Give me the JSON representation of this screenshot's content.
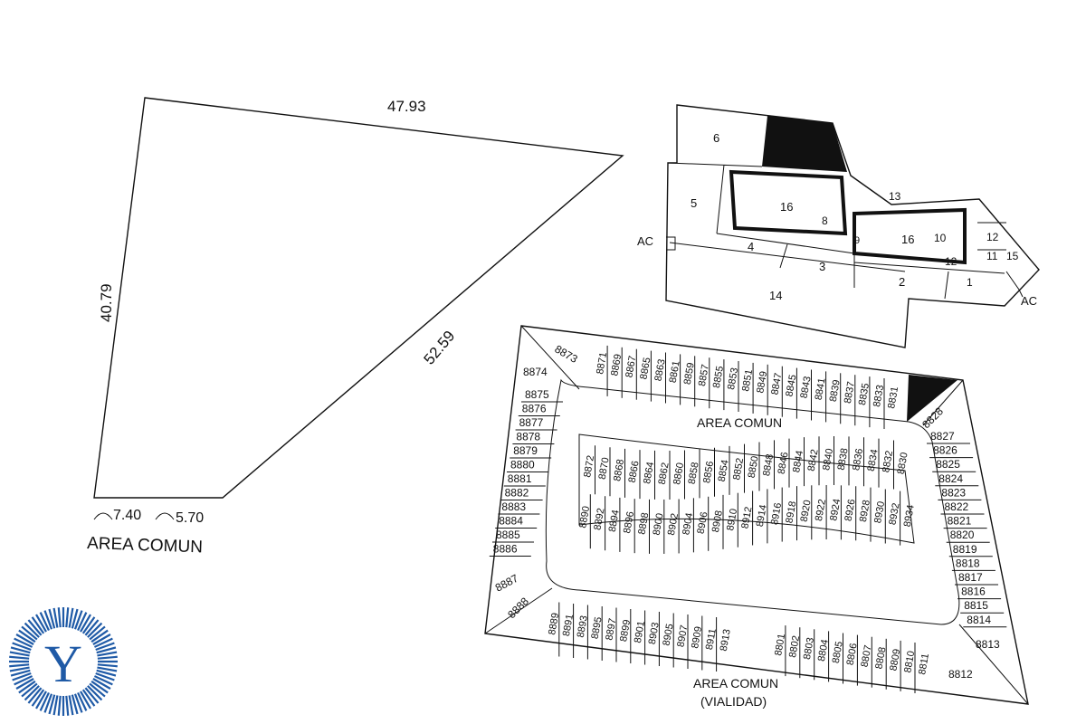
{
  "plot": {
    "dims": {
      "top": "47.93",
      "left": "40.79",
      "hyp": "52.59",
      "arc1": "7.40",
      "arc2": "5.70"
    },
    "label": "AREA COMUN"
  },
  "keymap": {
    "labels": [
      "6",
      "5",
      "16",
      "8",
      "4",
      "3",
      "14",
      "13",
      "9",
      "16",
      "10",
      "12",
      "11",
      "15",
      "12",
      "2",
      "1",
      "AC",
      "AC"
    ]
  },
  "site": {
    "area_comun": "AREA COMUN",
    "road": "AREA COMUN",
    "road_sub": "(VIALIDAD)",
    "top_row": [
      "8871",
      "8869",
      "8867",
      "8865",
      "8863",
      "8861",
      "8859",
      "8857",
      "8855",
      "8853",
      "8851",
      "8849",
      "8847",
      "8845",
      "8843",
      "8841",
      "8839",
      "8837",
      "8835",
      "8833",
      "8831"
    ],
    "left_col": [
      "8875",
      "8876",
      "8877",
      "8878",
      "8879",
      "8880",
      "8881",
      "8882",
      "8883",
      "8884",
      "8885",
      "8886"
    ],
    "right_col": [
      "8827",
      "8826",
      "8825",
      "8824",
      "8823",
      "8822",
      "8821",
      "8820",
      "8819",
      "8818",
      "8817",
      "8816",
      "8815",
      "8814"
    ],
    "corners": [
      "8873",
      "8874",
      "8828",
      "8887",
      "8888",
      "8813",
      "8812"
    ],
    "center_top": [
      "8872",
      "8870",
      "8868",
      "8866",
      "8864",
      "8862",
      "8860",
      "8858",
      "8856",
      "8854",
      "8852",
      "8850",
      "8848",
      "8846",
      "8844",
      "8842",
      "8840",
      "8838",
      "8836",
      "8834",
      "8832",
      "8830"
    ],
    "center_bottom": [
      "8890",
      "8892",
      "8894",
      "8896",
      "8898",
      "8900",
      "8902",
      "8904",
      "8906",
      "8908",
      "8910",
      "8912",
      "8914",
      "8916",
      "8918",
      "8920",
      "8922",
      "8924",
      "8926",
      "8928",
      "8930",
      "8932",
      "8934"
    ],
    "bottom_left": [
      "8889",
      "8891",
      "8893",
      "8895",
      "8897",
      "8899",
      "8901",
      "8903",
      "8905",
      "8907",
      "8909",
      "8911",
      "8913"
    ],
    "bottom_right": [
      "8801",
      "8802",
      "8803",
      "8804",
      "8805",
      "8806",
      "8807",
      "8808",
      "8809",
      "8810",
      "8811"
    ]
  },
  "logo": {
    "letter": "Y",
    "color": "#1f5aa6"
  }
}
